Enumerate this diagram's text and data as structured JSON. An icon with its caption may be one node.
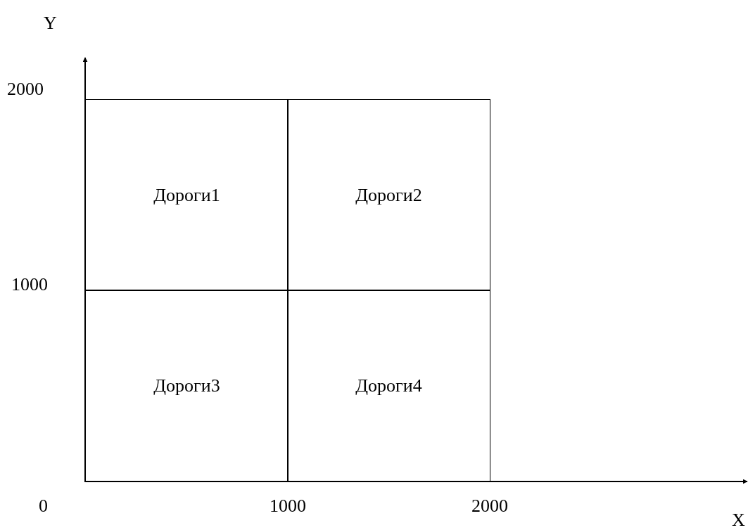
{
  "diagram": {
    "nodes": [
      {
        "text": [
          "Дороги1"
        ]
      },
      {
        "text": [
          "Дороги2"
        ]
      },
      {
        "text": [
          "Дороги3"
        ]
      },
      {
        "text": [
          "Дороги4"
        ]
      }
    ],
    "labels": [
      "Y",
      "2000",
      "1000",
      "0",
      "1000",
      "2000",
      "X"
    ]
  }
}
